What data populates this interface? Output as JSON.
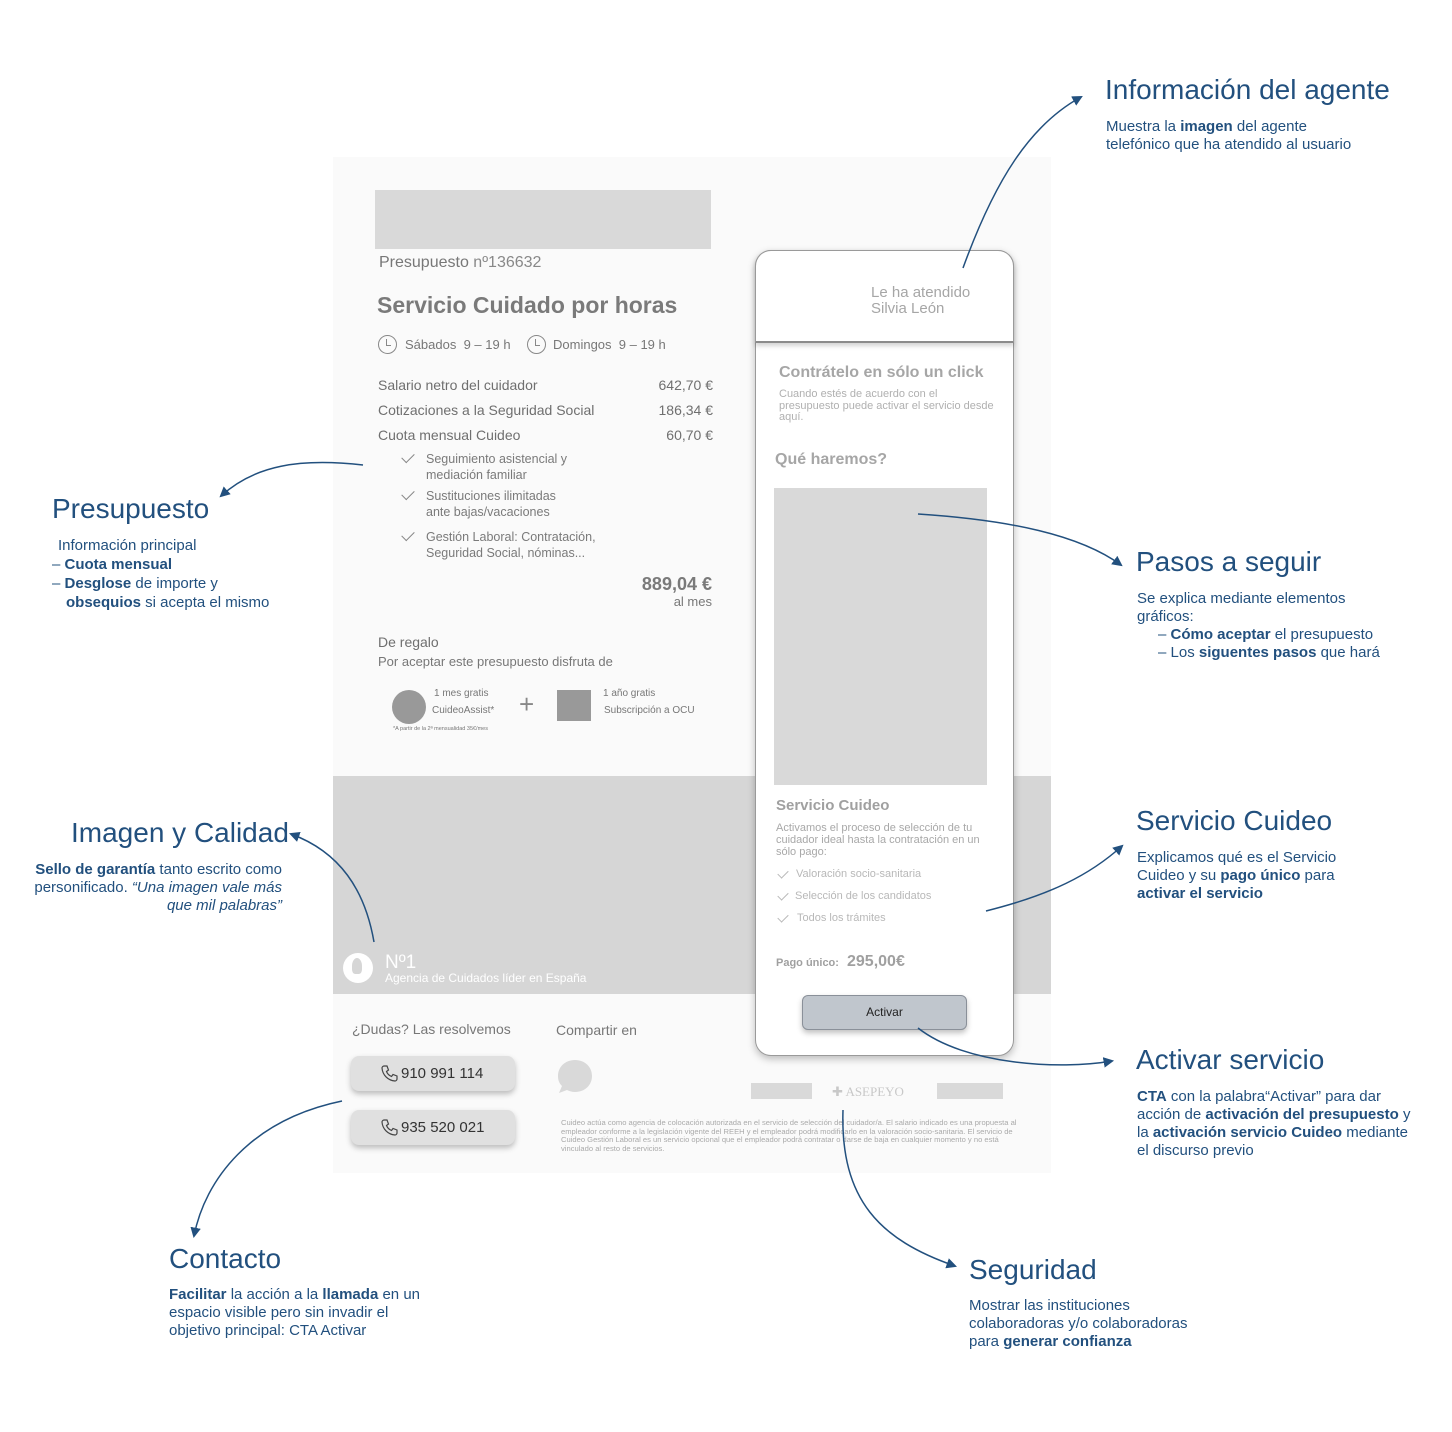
{
  "wireframe": {
    "budget_label": "Presupuesto",
    "budget_number": "nº136632",
    "service_title": "Servicio Cuidado por horas",
    "schedule": [
      {
        "day": "Sábados",
        "hours": "9 – 19 h"
      },
      {
        "day": "Domingos",
        "hours": "9 – 19 h"
      }
    ],
    "lines": [
      {
        "label": "Salario netro del cuidador",
        "value": "642,70 €"
      },
      {
        "label": "Cotizaciones a la Seguridad Social",
        "value": "186,34 €"
      },
      {
        "label": "Cuota mensual Cuideo",
        "value": "60,70 €"
      }
    ],
    "features": [
      "Seguimiento asistencial y mediación familiar",
      "Sustituciones ilimitadas ante bajas/vacaciones",
      "Gestión Laboral: Contratación, Seguridad Social, nóminas..."
    ],
    "total": "889,04 €",
    "total_period": "al mes",
    "gift_title": "De regalo",
    "gift_subtitle": "Por aceptar este presupuesto disfruta de",
    "gift1_line1": "1 mes gratis",
    "gift1_line2": "CuideoAssist*",
    "gift1_note": "*A partir de la 2ª mensualidad 35€/mes",
    "gift_plus": "+",
    "gift2_line1": "1 año gratis",
    "gift2_line2": "Subscripción a OCU",
    "badge_number": "Nº1",
    "badge_text": "Agencia de Cuidados líder en España",
    "doubts": "¿Dudas? Las resolvemos",
    "share": "Compartir en",
    "phone1": "910 991 114",
    "phone2": "935 520 021",
    "partner": "ASEPEYO",
    "legal": "Cuideo actúa como agencia de colocación autorizada en el servicio de selección del cuidador/a. El salario indicado es una propuesta al empleador conforme a la legislación vigente del REEH y el empleador podrá modificarlo en la valoración socio-sanitaria. El servicio de Cuideo Gestión Laboral es un servicio opcional que el empleador podrá contratar o darse de baja en cualquier momento y no está vinculado al resto de servicios.",
    "panel": {
      "attended_by": "Le ha atendido",
      "agent_name": "Silvia León",
      "click_title": "Contrátelo en sólo un click",
      "click_text": "Cuando estés de acuerdo con el presupuesto puede activar el servicio desde aquí.",
      "what_title": "Qué haremos?",
      "service_title": "Servicio Cuideo",
      "service_text": "Activamos el proceso de selección de tu cuidador ideal hasta la contratación en un sólo pago:",
      "service_items": [
        "Valoración socio-sanitaria",
        "Selección de los candidatos",
        "Todos los trámites"
      ],
      "payment_label": "Pago único:",
      "payment_value": "295,00€",
      "cta": "Activar"
    }
  },
  "annotations": {
    "agent": {
      "title": "Información del agente",
      "l1_a": "Muestra la ",
      "l1_b": "imagen",
      "l1_c": " del agente",
      "l2": "telefónico que ha atendido al usuario"
    },
    "budget": {
      "title": "Presupuesto",
      "l1": "Información principal",
      "l2_a": "– ",
      "l2_b": "Cuota mensual",
      "l3_a": "– ",
      "l3_b": "Desglose",
      "l3_c": " de importe y",
      "l4_b": "obsequios",
      "l4_c": " si acepta el mismo"
    },
    "steps": {
      "title": "Pasos a seguir",
      "l1": "Se explica mediante elementos",
      "l2": "gráficos:",
      "l3_a": "– ",
      "l3_b": "Cómo aceptar",
      "l3_c": " el presupuesto",
      "l4_a": "– Los ",
      "l4_b": "siguentes pasos",
      "l4_c": " que hará"
    },
    "quality": {
      "title": "Imagen y Calidad",
      "l1_b": "Sello de garantía",
      "l1_c": " tanto escrito como",
      "l2_a": "personificado. ",
      "l2_i": "“Una imagen vale más",
      "l3_i": "que mil palabras”"
    },
    "service": {
      "title": "Servicio Cuideo",
      "l1": "Explicamos qué es el Servicio",
      "l2_a": "Cuideo y su ",
      "l2_b": "pago único",
      "l2_c": " para",
      "l3_b": "activar el servicio"
    },
    "activate": {
      "title": "Activar servicio",
      "l1_b": "CTA",
      "l1_c": " con la palabra“Activar” para dar",
      "l2_a": "acción de ",
      "l2_b": "activación del presupuesto",
      "l2_c": " y",
      "l3_a": "la ",
      "l3_b": "activación servicio Cuideo",
      "l3_c": " mediante",
      "l4": "el discurso previo"
    },
    "contact": {
      "title": "Contacto",
      "l1_b": "Facilitar",
      "l1_c": " la acción a la ",
      "l1_d": "llamada",
      "l1_e": " en un",
      "l2": "espacio visible pero sin invadir el",
      "l3": "objetivo principal: CTA Activar"
    },
    "security": {
      "title": "Seguridad",
      "l1": "Mostrar las instituciones",
      "l2": "colaboradoras y/o colaboradoras",
      "l3_a": "para ",
      "l3_b": "generar confianza"
    }
  }
}
